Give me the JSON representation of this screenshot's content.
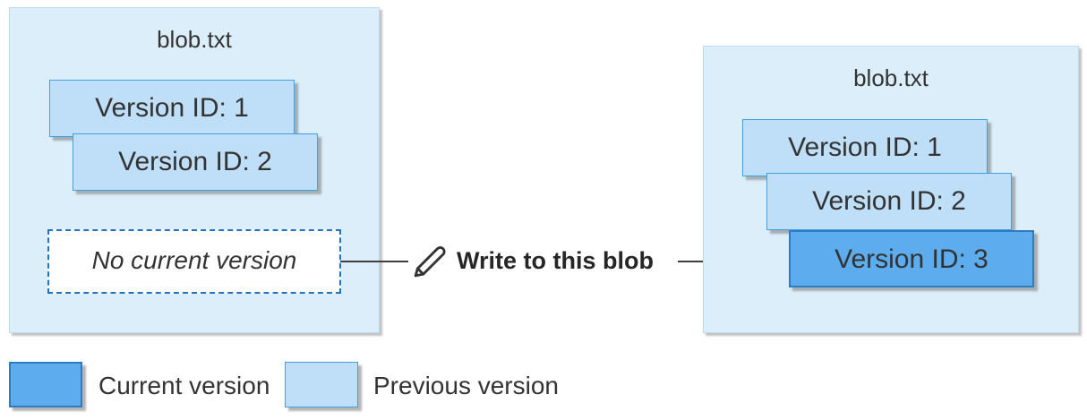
{
  "left_blob": {
    "title": "blob.txt",
    "versions": [
      {
        "label": "Version ID: 1",
        "state": "previous"
      },
      {
        "label": "Version ID: 2",
        "state": "previous"
      }
    ],
    "placeholder": "No current version"
  },
  "action": {
    "label": "Write to this blob",
    "icon": "pencil-icon"
  },
  "right_blob": {
    "title": "blob.txt",
    "versions": [
      {
        "label": "Version ID: 1",
        "state": "previous"
      },
      {
        "label": "Version ID: 2",
        "state": "previous"
      },
      {
        "label": "Version ID: 3",
        "state": "current"
      }
    ]
  },
  "legend": {
    "items": [
      {
        "label": "Current version",
        "state": "current"
      },
      {
        "label": "Previous version",
        "state": "previous"
      }
    ]
  },
  "colors": {
    "canvas_bg": "#ffffff",
    "container_bg": "#DCEEF9",
    "container_border": "#BCDDF0",
    "previous_fill": "#BFDEF7",
    "previous_border": "#41A1E0",
    "current_fill": "#5CACEE",
    "current_border": "#2E7BC2",
    "dashed_border": "#2273C3",
    "arrow": "#3F3F3F",
    "text": "#333333",
    "action_text": "#262626"
  }
}
